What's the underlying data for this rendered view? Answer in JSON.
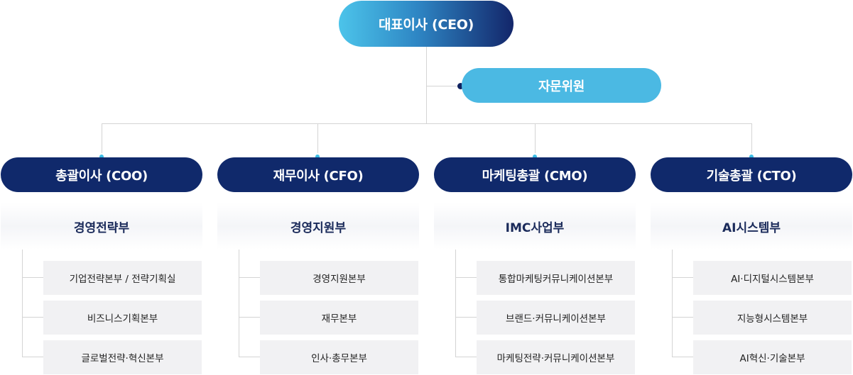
{
  "ceo": {
    "label": "대표이사 (CEO)"
  },
  "advisor": {
    "label": "자문위원"
  },
  "divisions": [
    {
      "exec": "총괄이사 (COO)",
      "dept": "경영전략부",
      "units": [
        "기업전략본부 / 전략기획실",
        "비즈니스기획본부",
        "글로벌전략·혁신본부"
      ]
    },
    {
      "exec": "재무이사 (CFO)",
      "dept": "경영지원부",
      "units": [
        "경영지원본부",
        "재무본부",
        "인사·총무본부"
      ]
    },
    {
      "exec": "마케팅총괄 (CMO)",
      "dept": "IMC사업부",
      "units": [
        "통합마케팅커뮤니케이션본부",
        "브랜드·커뮤니케이션본부",
        "마케팅전략·커뮤니케이션본부"
      ]
    },
    {
      "exec": "기술총괄 (CTO)",
      "dept": "AI시스템부",
      "units": [
        "AI·디지털시스템본부",
        "지능형시스템본부",
        "AI혁신·기술본부"
      ]
    }
  ],
  "colors": {
    "ceo_gradient_start": "#4cc4ea",
    "ceo_gradient_end": "#13266a",
    "advisor": "#4bb9e3",
    "exec": "#10296b",
    "dot": "#3bbde6"
  }
}
